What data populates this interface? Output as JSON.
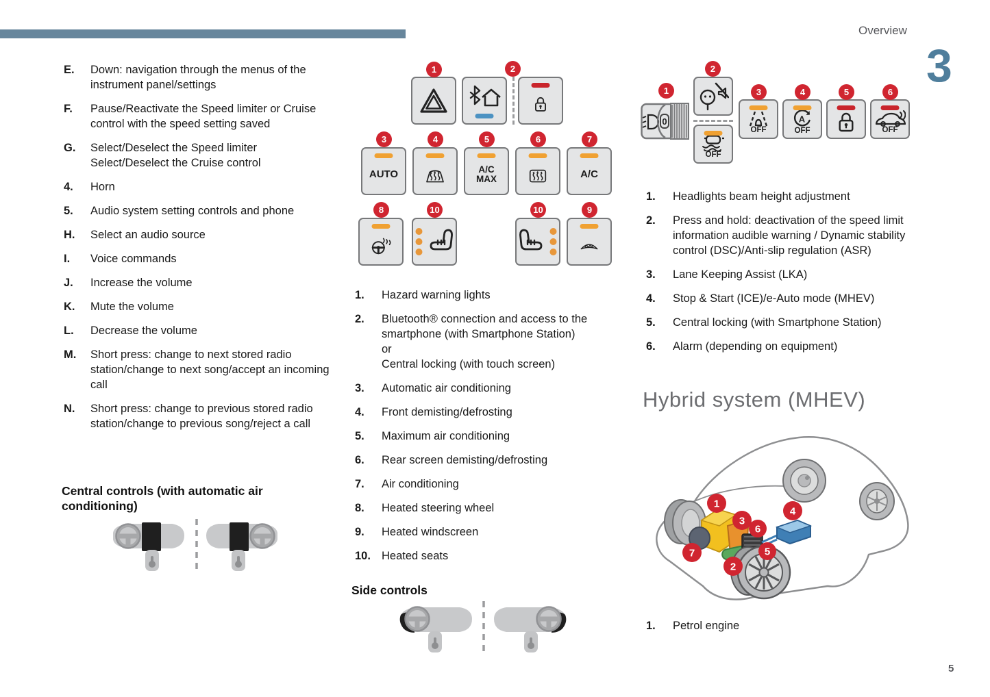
{
  "page": {
    "header_title": "Overview",
    "chapter_number": "3",
    "page_number": "5"
  },
  "colors": {
    "accent_bar": "#67869c",
    "chapter_blue": "#4f7e9c",
    "badge_red": "#d02530",
    "indicator_orange": "#f0a132",
    "indicator_red": "#c9242b",
    "indicator_blue": "#4c92c2",
    "heading_gray": "#6c6d70"
  },
  "left_column": {
    "items": [
      {
        "label": "E.",
        "text": "Down: navigation through the menus of the instrument panel/settings"
      },
      {
        "label": "F.",
        "text": "Pause/Reactivate the Speed limiter or Cruise control with the speed setting saved"
      },
      {
        "label": "G.",
        "text": "Select/Deselect the Speed limiter Select/Deselect the Cruise control"
      },
      {
        "label": "4.",
        "text": "Horn"
      },
      {
        "label": "5.",
        "text": "Audio system setting controls and phone"
      },
      {
        "label": "H.",
        "text": "Select an audio source"
      },
      {
        "label": "I.",
        "text": "Voice commands"
      },
      {
        "label": "J.",
        "text": "Increase the volume"
      },
      {
        "label": "K.",
        "text": "Mute the volume"
      },
      {
        "label": "L.",
        "text": "Decrease the volume"
      },
      {
        "label": "M.",
        "text": "Short press: change to next stored radio station/change to next song/accept an incoming call"
      },
      {
        "label": "N.",
        "text": "Short press: change to previous stored radio station/change to previous song/reject a call"
      }
    ],
    "central_controls_heading": "Central controls (with automatic air conditioning)"
  },
  "middle_column": {
    "items": [
      {
        "label": "1.",
        "text": "Hazard warning lights"
      },
      {
        "label": "2.",
        "text": "Bluetooth® connection and access to the smartphone (with Smartphone Station)\nor\nCentral locking (with touch screen)"
      },
      {
        "label": "3.",
        "text": "Automatic air conditioning"
      },
      {
        "label": "4.",
        "text": "Front demisting/defrosting"
      },
      {
        "label": "5.",
        "text": "Maximum air conditioning"
      },
      {
        "label": "6.",
        "text": "Rear screen demisting/defrosting"
      },
      {
        "label": "7.",
        "text": "Air conditioning"
      },
      {
        "label": "8.",
        "text": "Heated steering wheel"
      },
      {
        "label": "9.",
        "text": "Heated windscreen"
      },
      {
        "label": "10.",
        "text": "Heated seats"
      }
    ],
    "side_controls_heading": "Side controls"
  },
  "middle_diagram": {
    "badges": {
      "b1": "1",
      "b2": "2",
      "b3": "3",
      "b4": "4",
      "b5": "5",
      "b6": "6",
      "b7": "7",
      "b8": "8",
      "b9": "9",
      "b10_left": "10",
      "b10_right": "10"
    },
    "auto_label": "AUTO",
    "acmax_line1": "A/C",
    "acmax_line2": "MAX",
    "ac_label": "A/C"
  },
  "right_column": {
    "items": [
      {
        "label": "1.",
        "text": "Headlights beam height adjustment"
      },
      {
        "label": "2.",
        "text": "Press and hold: deactivation of the speed limit information audible warning / Dynamic stability control (DSC)/Anti-slip regulation (ASR)"
      },
      {
        "label": "3.",
        "text": "Lane Keeping Assist (LKA)"
      },
      {
        "label": "4.",
        "text": "Stop & Start (ICE)/e-Auto mode (MHEV)"
      },
      {
        "label": "5.",
        "text": "Central locking (with Smartphone Station)"
      },
      {
        "label": "6.",
        "text": "Alarm (depending on equipment)"
      }
    ]
  },
  "right_diagram": {
    "badges": {
      "b1": "1",
      "b2": "2",
      "b3": "3",
      "b4": "4",
      "b5": "5",
      "b6": "6"
    },
    "dial_zero": "0",
    "off_label": "OFF",
    "stop_start_letter": "A"
  },
  "hybrid_section": {
    "heading": "Hybrid system (MHEV)",
    "badges": {
      "b1": "1",
      "b2": "2",
      "b3": "3",
      "b4": "4",
      "b5": "5",
      "b6": "6",
      "b7": "7"
    },
    "items": [
      {
        "label": "1.",
        "text": "Petrol engine"
      }
    ]
  }
}
